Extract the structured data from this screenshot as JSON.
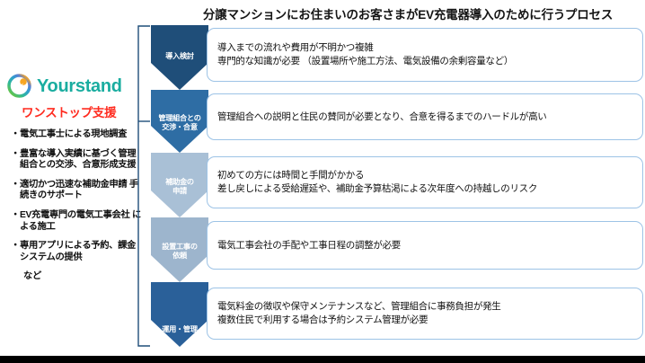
{
  "diagram": {
    "title": "分譲マンションにお住まいのお客さまがEV充電器導入のために行うプロセス"
  },
  "brand": {
    "logo_icon": "yourstand-circle-logo",
    "name": "Yourstand",
    "name_color": "#1aada0",
    "tagline": "ワンストップ支援",
    "tagline_color": "#ff2b1f"
  },
  "benefits": {
    "items": [
      {
        "bullet": "・",
        "text": "電気工事士による現地調査"
      },
      {
        "bullet": "・",
        "text": "豊富な導入実績に基づく管理\n組合との交渉、合意形成支援"
      },
      {
        "bullet": "・",
        "text": "適切かつ迅速な補助金申請\n手続きのサポート"
      },
      {
        "bullet": "・",
        "text": "EV充電専門の電気工事会社\nによる施工"
      },
      {
        "bullet": "・",
        "text": "専用アプリによる予約、課金\nシステムの提供"
      }
    ],
    "footer": "など"
  },
  "process": {
    "steps": [
      {
        "label": "導入検討",
        "chevron_color": "#1f4e79",
        "callout": "導入までの流れや費用が不明かつ複雑\n専門的な知識が必要 （設置場所や施工方法、電気設備の余剰容量など）"
      },
      {
        "label": "管理組合との\n交渉・合意",
        "chevron_color": "#2e6da4",
        "callout": "管理組合への説明と住民の賛同が必要となり、合意を得るまでのハードルが高い"
      },
      {
        "label": "補助金の\n申請",
        "chevron_color": "#a9c0d6",
        "callout": "初めての方には時間と手間がかかる\n差し戻しによる受給遅延や、補助金予算枯渇による次年度への持越しのリスク"
      },
      {
        "label": "設置工事の\n依頼",
        "chevron_color": "#9db5cd",
        "callout": "電気工事会社の手配や工事日程の調整が必要"
      },
      {
        "label": "運用・管理",
        "chevron_color": "#2a6099",
        "callout": "電気料金の徴収や保守メンテナンスなど、管理組合に事務負担が発生\n複数住民で利用する場合は予約システム管理が必要"
      }
    ]
  },
  "style": {
    "callout_border": "#9dc3e6",
    "bracket_color": "#1f4e79"
  }
}
